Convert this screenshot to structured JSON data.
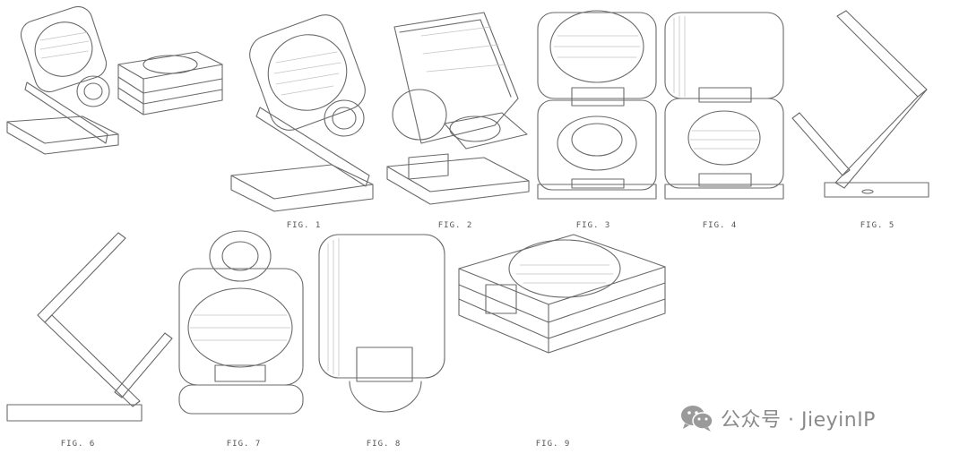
{
  "figures": [
    {
      "id": "fig0",
      "caption": ""
    },
    {
      "id": "fig1",
      "caption": "FIG. 1"
    },
    {
      "id": "fig2",
      "caption": "FIG. 2"
    },
    {
      "id": "fig3",
      "caption": "FIG. 3"
    },
    {
      "id": "fig4",
      "caption": "FIG. 4"
    },
    {
      "id": "fig5",
      "caption": "FIG. 5"
    },
    {
      "id": "fig6",
      "caption": "FIG. 6"
    },
    {
      "id": "fig7",
      "caption": "FIG. 7"
    },
    {
      "id": "fig8",
      "caption": "FIG. 8"
    },
    {
      "id": "fig9",
      "caption": "FIG. 9"
    }
  ],
  "watermark": {
    "icon": "wechat-icon",
    "text": "公众号 · JieyinIP"
  },
  "colors": {
    "line": "#6a6a6a",
    "hatch": "#c4c4c4",
    "watermark": "#8a8a8a",
    "background": "#ffffff"
  }
}
